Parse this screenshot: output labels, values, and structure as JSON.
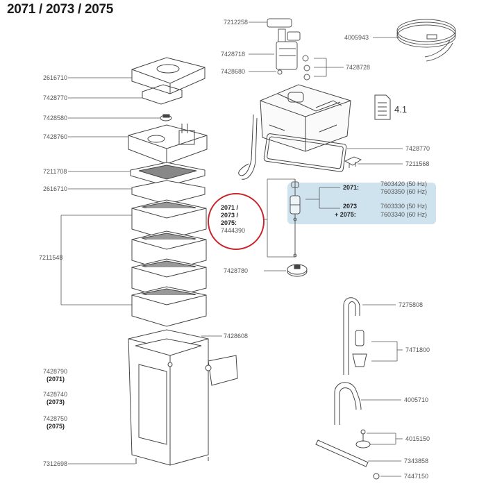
{
  "title": "2071 / 2073 / 2075",
  "parts": {
    "p7212258": "7212258",
    "p4005943": "4005943",
    "p7428718": "7428718",
    "p7428728": "7428728",
    "p7428680": "7428680",
    "p2616710_top": "2616710",
    "p7428770_left": "7428770",
    "p7428580": "7428580",
    "p7428760": "7428760",
    "p7211708": "7211708",
    "p2616710_mid": "2616710",
    "p7211548": "7211548",
    "p7428780": "7428780",
    "p7428608": "7428608",
    "p7428790": "7428790",
    "p7428790_model": "(2071)",
    "p7428740": "7428740",
    "p7428740_model": "(2073)",
    "p7428750": "7428750",
    "p7428750_model": "(2075)",
    "p7312698": "7312698",
    "p7428770_right": "7428770",
    "p7211568": "7211568",
    "p7275808": "7275808",
    "p7471800": "7471800",
    "p4005710": "4005710",
    "p4015150": "4015150",
    "p7343858": "7343858",
    "p7447150": "7447150"
  },
  "doc_reference": "4.1",
  "callout": {
    "line1": "2071 /",
    "line2": "2073 /",
    "line3": "2075:",
    "line4": "7444390"
  },
  "variants": {
    "model_2071": "2071:",
    "model_2071_50": "7603420 (50 Hz)",
    "model_2071_60": "7603350 (60 Hz)",
    "model_2073_a": "2073",
    "model_2073_b": "+ 2075:",
    "model_2073_50": "7603330 (50 Hz)",
    "model_2073_60": "7603340 (60 Hz)"
  },
  "colors": {
    "highlight": "#cfe3ef",
    "callout_circle": "#c8262b",
    "line": "#444444"
  }
}
